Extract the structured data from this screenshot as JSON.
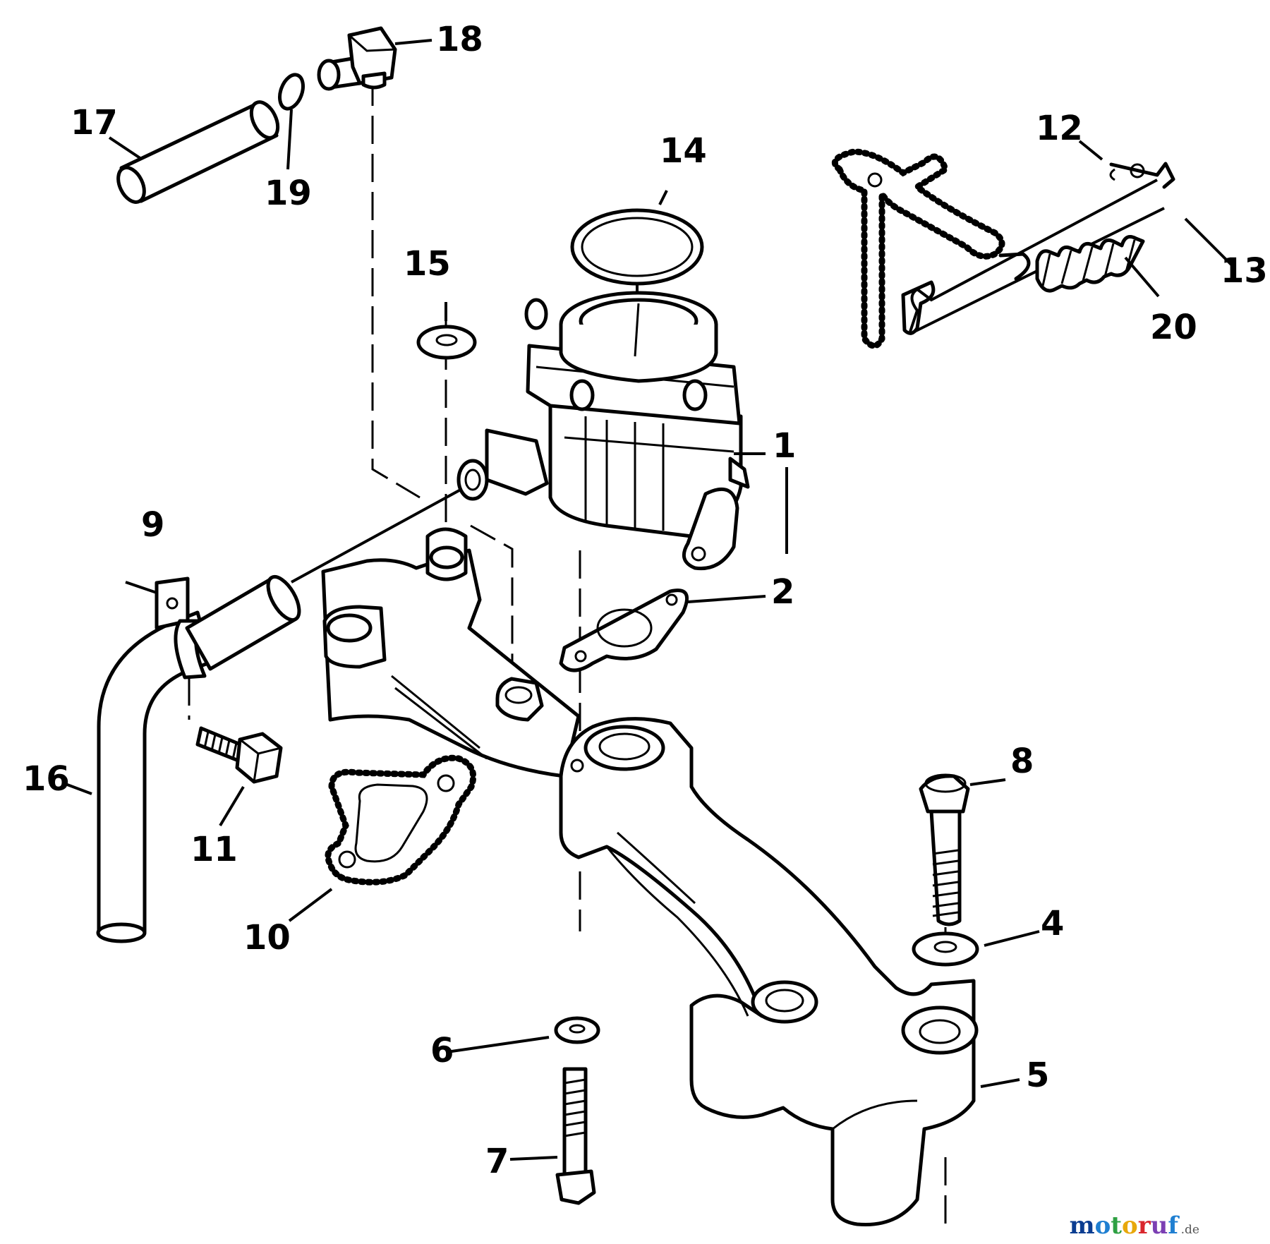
{
  "labels": {
    "l1": "1",
    "l2": "2",
    "l4": "4",
    "l5": "5",
    "l6": "6",
    "l7": "7",
    "l8": "8",
    "l9": "9",
    "l10": "10",
    "l11": "11",
    "l12": "12",
    "l13": "13",
    "l14": "14",
    "l15": "15",
    "l16": "16",
    "l17": "17",
    "l18": "18",
    "l19": "19",
    "l20": "20"
  },
  "watermark": {
    "brand": "motoruf",
    "suffix": ".de"
  },
  "colors": {
    "line": "#000000",
    "paper": "#ffffff",
    "wm_m": "#0b3d91",
    "wm_o1": "#1f7fd1",
    "wm_t": "#2ea043",
    "wm_o2": "#e8a80c",
    "wm_r": "#d9262d",
    "wm_u": "#7b3fb3",
    "wm_f": "#1f7fd1"
  }
}
